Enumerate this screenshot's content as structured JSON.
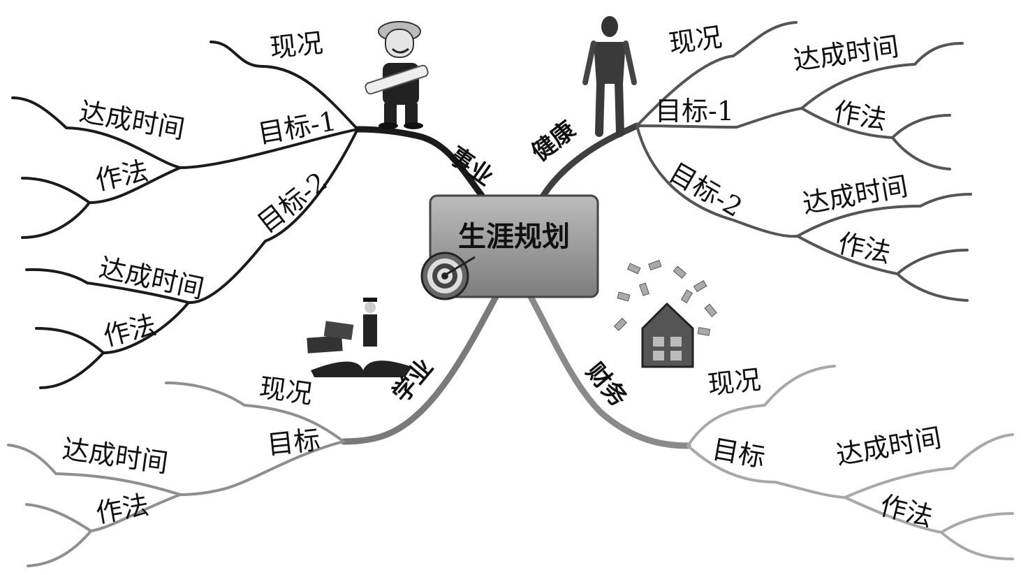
{
  "center": {
    "title": "生涯规划"
  },
  "branches": {
    "career": {
      "label": "事业",
      "status": "现况",
      "goal1": {
        "label": "目标-1",
        "time": "达成时间",
        "method": "作法"
      },
      "goal2": {
        "label": "目标-2",
        "time": "达成时间",
        "method": "作法"
      }
    },
    "health": {
      "label": "健康",
      "status": "现况",
      "goal1": {
        "label": "目标-1",
        "time": "达成时间",
        "method": "作法"
      },
      "goal2": {
        "label": "目标-2",
        "time": "达成时间",
        "method": "作法"
      }
    },
    "study": {
      "label": "学业",
      "status": "现况",
      "goal": {
        "label": "目标",
        "time": "达成时间",
        "method": "作法"
      }
    },
    "finance": {
      "label": "财务",
      "status": "现况",
      "goal": {
        "label": "目标",
        "time": "达成时间",
        "method": "作法"
      }
    }
  },
  "icons": [
    "worker-figure-icon",
    "muscle-man-icon",
    "graduate-books-icon",
    "money-house-icon",
    "target-icon"
  ]
}
